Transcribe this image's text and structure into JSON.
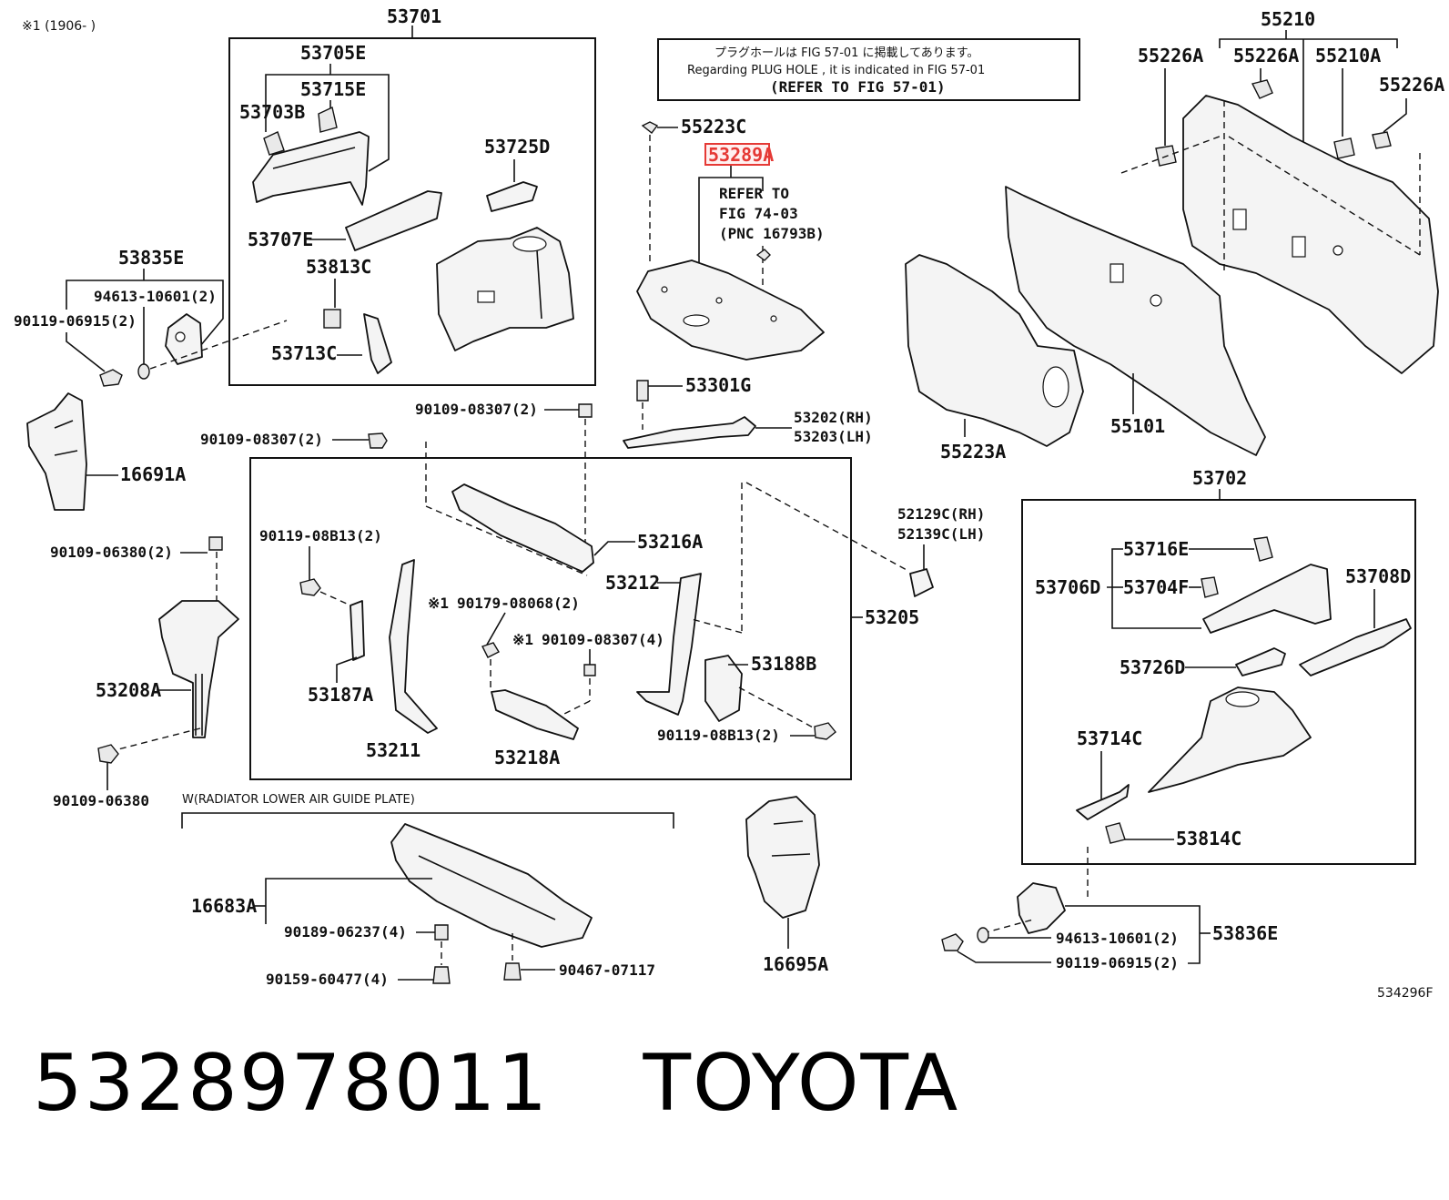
{
  "top_left_note": "※1 (1906-      )",
  "plug_hole_note": {
    "line1": "プラグホールは FIG 57-01 に掲載してあります。",
    "line2": "Regarding  PLUG  HOLE , it is indicated in FIG  57-01",
    "line3": "(REFER  TO  FIG 57-01)"
  },
  "highlighted_part": "53289A",
  "refer_note": {
    "line1": "REFER  TO",
    "line2": "FIG 74-03",
    "line3": "(PNC  16793B)"
  },
  "radiator_note": "W(RADIATOR LOWER AIR GUIDE PLATE)",
  "diagram_code": "534296F",
  "labels": {
    "p53701": "53701",
    "p53705E": "53705E",
    "p53715E": "53715E",
    "p53703B": "53703B",
    "p53725D": "53725D",
    "p53707E": "53707E",
    "p53813C": "53813C",
    "p53713C": "53713C",
    "p53835E": "53835E",
    "p94613a": "94613-10601(2)",
    "p90119a": "90119-06915(2)",
    "p55223C": "55223C",
    "p53301G": "53301G",
    "p53202": "53202(RH)",
    "p53203": "53203(LH)",
    "p90109a": "90109-08307(2)",
    "p90109b": "90109-08307(2)",
    "p16691A": "16691A",
    "p90109c": "90109-06380(2)",
    "p90119b": "90119-08B13(2)",
    "p90179": "90179-08068(2)",
    "p90109d": "90109-08307(4)",
    "p53216A": "53216A",
    "p53212": "53212",
    "p53205": "53205",
    "p53188B": "53188B",
    "p53187A": "53187A",
    "p53211": "53211",
    "p53218A": "53218A",
    "p90119c": "90119-08B13(2)",
    "p53208A": "53208A",
    "p90109e": "90109-06380",
    "p16683A": "16683A",
    "p90189": "90189-06237(4)",
    "p90159": "90159-60477(4)",
    "p90467": "90467-07117",
    "p16695A": "16695A",
    "p55210": "55210",
    "p55226A1": "55226A",
    "p55226A2": "55226A",
    "p55210A": "55210A",
    "p55226A3": "55226A",
    "p55223A": "55223A",
    "p55101": "55101",
    "p52129C": "52129C(RH)",
    "p52139C": "52139C(LH)",
    "p53702": "53702",
    "p53716E": "53716E",
    "p53706D": "53706D",
    "p53704F": "53704F",
    "p53708D": "53708D",
    "p53726D": "53726D",
    "p53714C": "53714C",
    "p53814C": "53814C",
    "p53836E": "53836E",
    "p94613b": "94613-10601(2)",
    "p90119d": "90119-06915(2)",
    "mark1": "※1",
    "mark2": "※1"
  },
  "footer": {
    "part_number": "5328978011",
    "brand": "TOYOTA"
  },
  "colors": {
    "highlight": "#e53935",
    "ink": "#111111"
  }
}
